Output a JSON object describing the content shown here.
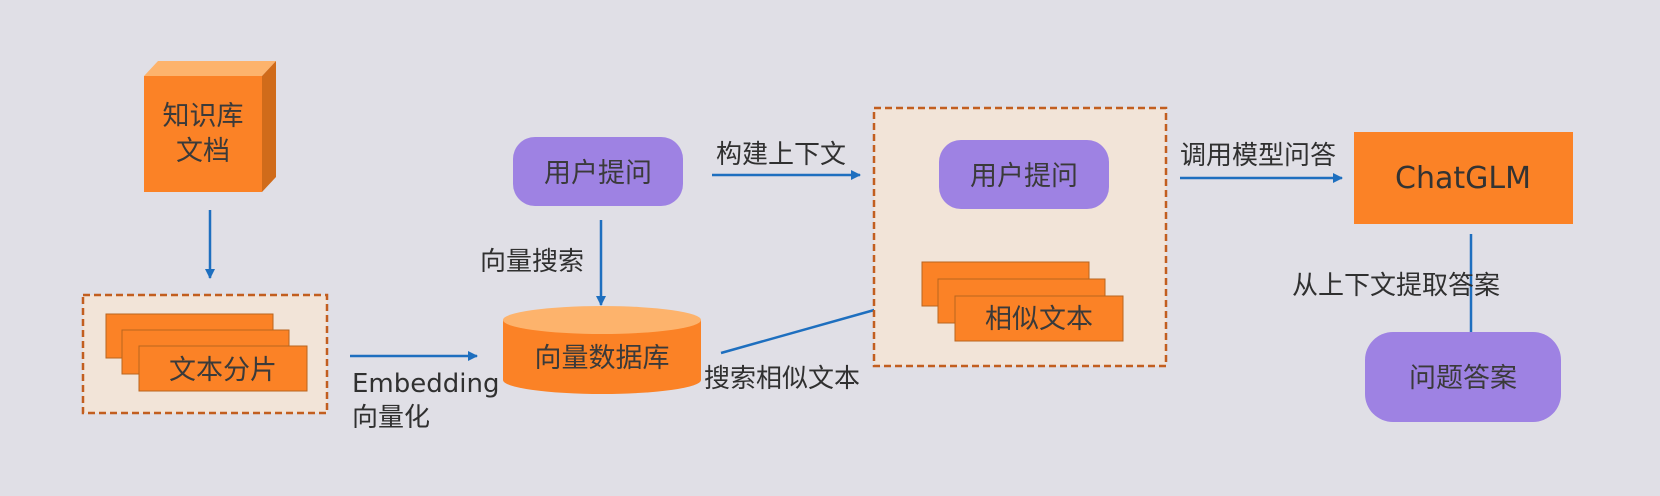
{
  "colors": {
    "background": "#e0dfe6",
    "orange": "#fb8226",
    "orange_dark": "#d06b1a",
    "orange_light": "#fdb36c",
    "purple": "#9e82e3",
    "beige": "#f2e4d8",
    "dashed_border": "#c25e1f",
    "arrow": "#1e6fbf",
    "text": "#303030"
  },
  "nodes": {
    "knowledge_doc": [
      "知识库",
      "文档"
    ],
    "text_chunks": "文本分片",
    "user_question_1": "用户提问",
    "vector_db": "向量数据库",
    "user_question_2": "用户提问",
    "similar_text": "相似文本",
    "chatglm": "ChatGLM",
    "answer": "问题答案"
  },
  "edges": {
    "embedding": [
      "Embedding",
      "向量化"
    ],
    "vector_search": "向量搜索",
    "build_context": "构建上下文",
    "search_similar": "搜索相似文本",
    "call_model": "调用模型问答",
    "extract_answer": "从上下文提取答案"
  }
}
